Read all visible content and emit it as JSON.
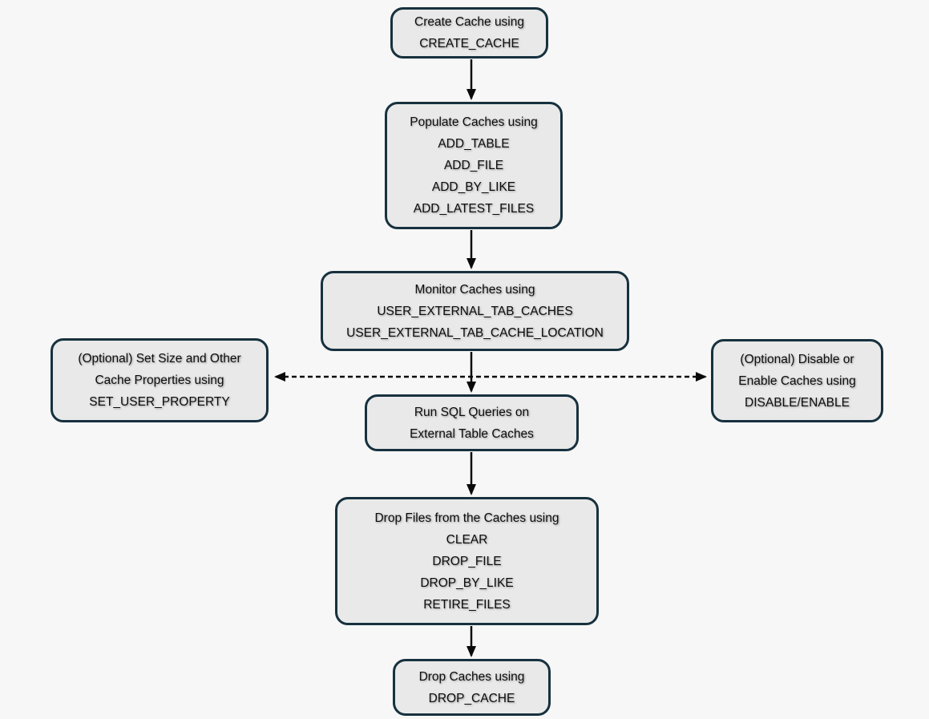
{
  "diagram": {
    "description": "Flowchart of external table cache lifecycle procedures",
    "colors": {
      "background": "#f7f7f7",
      "node_fill": "#e9e9e9",
      "node_border": "#17313e",
      "text": "#0d0d0d",
      "arrow": "#0a0a0a"
    },
    "nodes": [
      {
        "id": "create-cache",
        "lines": [
          "Create Cache using",
          "CREATE_CACHE"
        ]
      },
      {
        "id": "populate-caches",
        "lines": [
          "Populate Caches using",
          "ADD_TABLE",
          "ADD_FILE",
          "ADD_BY_LIKE",
          "ADD_LATEST_FILES"
        ]
      },
      {
        "id": "monitor-caches",
        "lines": [
          "Monitor Caches using",
          "USER_EXTERNAL_TAB_CACHES",
          "USER_EXTERNAL_TAB_CACHE_LOCATION"
        ]
      },
      {
        "id": "set-properties",
        "lines": [
          "(Optional) Set Size and Other",
          "Cache Properties using",
          "SET_USER_PROPERTY"
        ]
      },
      {
        "id": "disable-enable",
        "lines": [
          "(Optional) Disable or",
          "Enable Caches using",
          "DISABLE/ENABLE"
        ]
      },
      {
        "id": "run-sql-queries",
        "lines": [
          "Run SQL Queries on",
          "External Table Caches"
        ]
      },
      {
        "id": "drop-files",
        "lines": [
          "Drop Files from the Caches using",
          "CLEAR",
          "DROP_FILE",
          "DROP_BY_LIKE",
          "RETIRE_FILES"
        ]
      },
      {
        "id": "drop-caches",
        "lines": [
          "Drop Caches using",
          "DROP_CACHE"
        ]
      }
    ],
    "connections": [
      {
        "from": "create-cache",
        "to": "populate-caches",
        "style": "solid-arrow"
      },
      {
        "from": "populate-caches",
        "to": "monitor-caches",
        "style": "solid-arrow"
      },
      {
        "from": "monitor-caches",
        "to": "run-sql-queries",
        "style": "solid-arrow"
      },
      {
        "from": "run-sql-queries",
        "to": "drop-files",
        "style": "solid-arrow"
      },
      {
        "from": "drop-files",
        "to": "drop-caches",
        "style": "solid-arrow"
      },
      {
        "from": "set-properties",
        "to": "disable-enable",
        "style": "dashed-double-arrow"
      }
    ]
  }
}
